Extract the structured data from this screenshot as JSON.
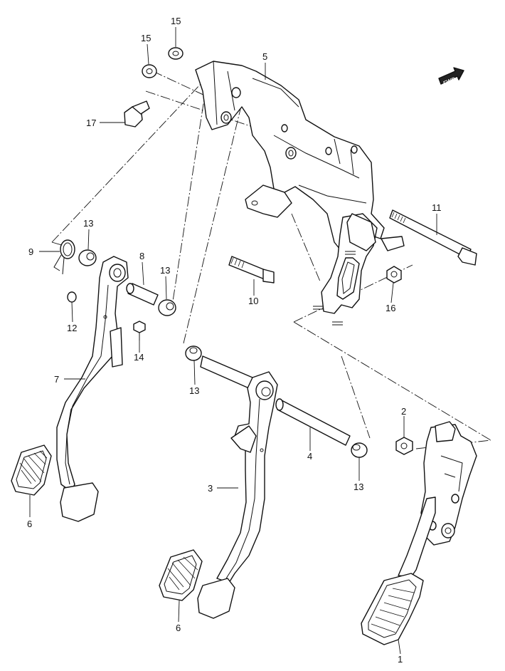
{
  "front_badge": "FWD",
  "callouts": {
    "c1": "1",
    "c2": "2",
    "c3": "3",
    "c4": "4",
    "c5": "5",
    "c6a": "6",
    "c6b": "6",
    "c7": "7",
    "c8": "8",
    "c9": "9",
    "c10": "10",
    "c11": "11",
    "c12": "12",
    "c13a": "13",
    "c13b": "13",
    "c13c": "13",
    "c13d": "13",
    "c14": "14",
    "c15a": "15",
    "c15b": "15",
    "c16": "16",
    "c17": "17"
  },
  "colors": {
    "line": "#111111",
    "background": "#ffffff"
  }
}
